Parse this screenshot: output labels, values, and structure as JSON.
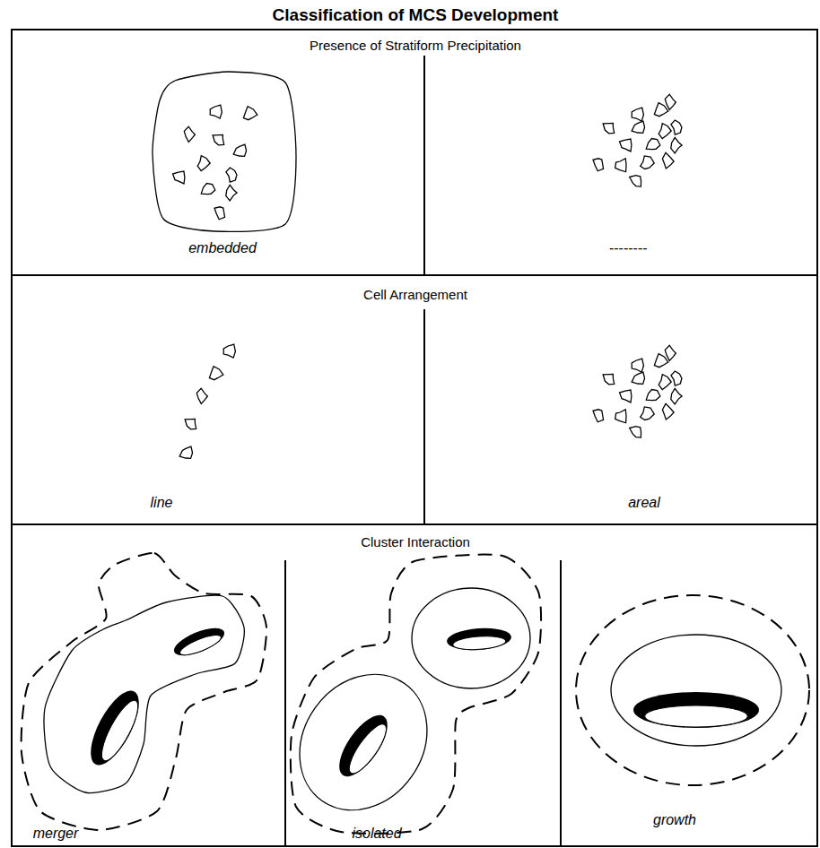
{
  "diagram": {
    "title": "Classification of MCS Development",
    "labels": [
      "Presence of Stratiform Precipitation",
      "embedded",
      "--------",
      "Cell Arrangement",
      "line",
      "areal",
      "Cluster Interaction",
      "merger",
      "isolated",
      "growth"
    ]
  }
}
